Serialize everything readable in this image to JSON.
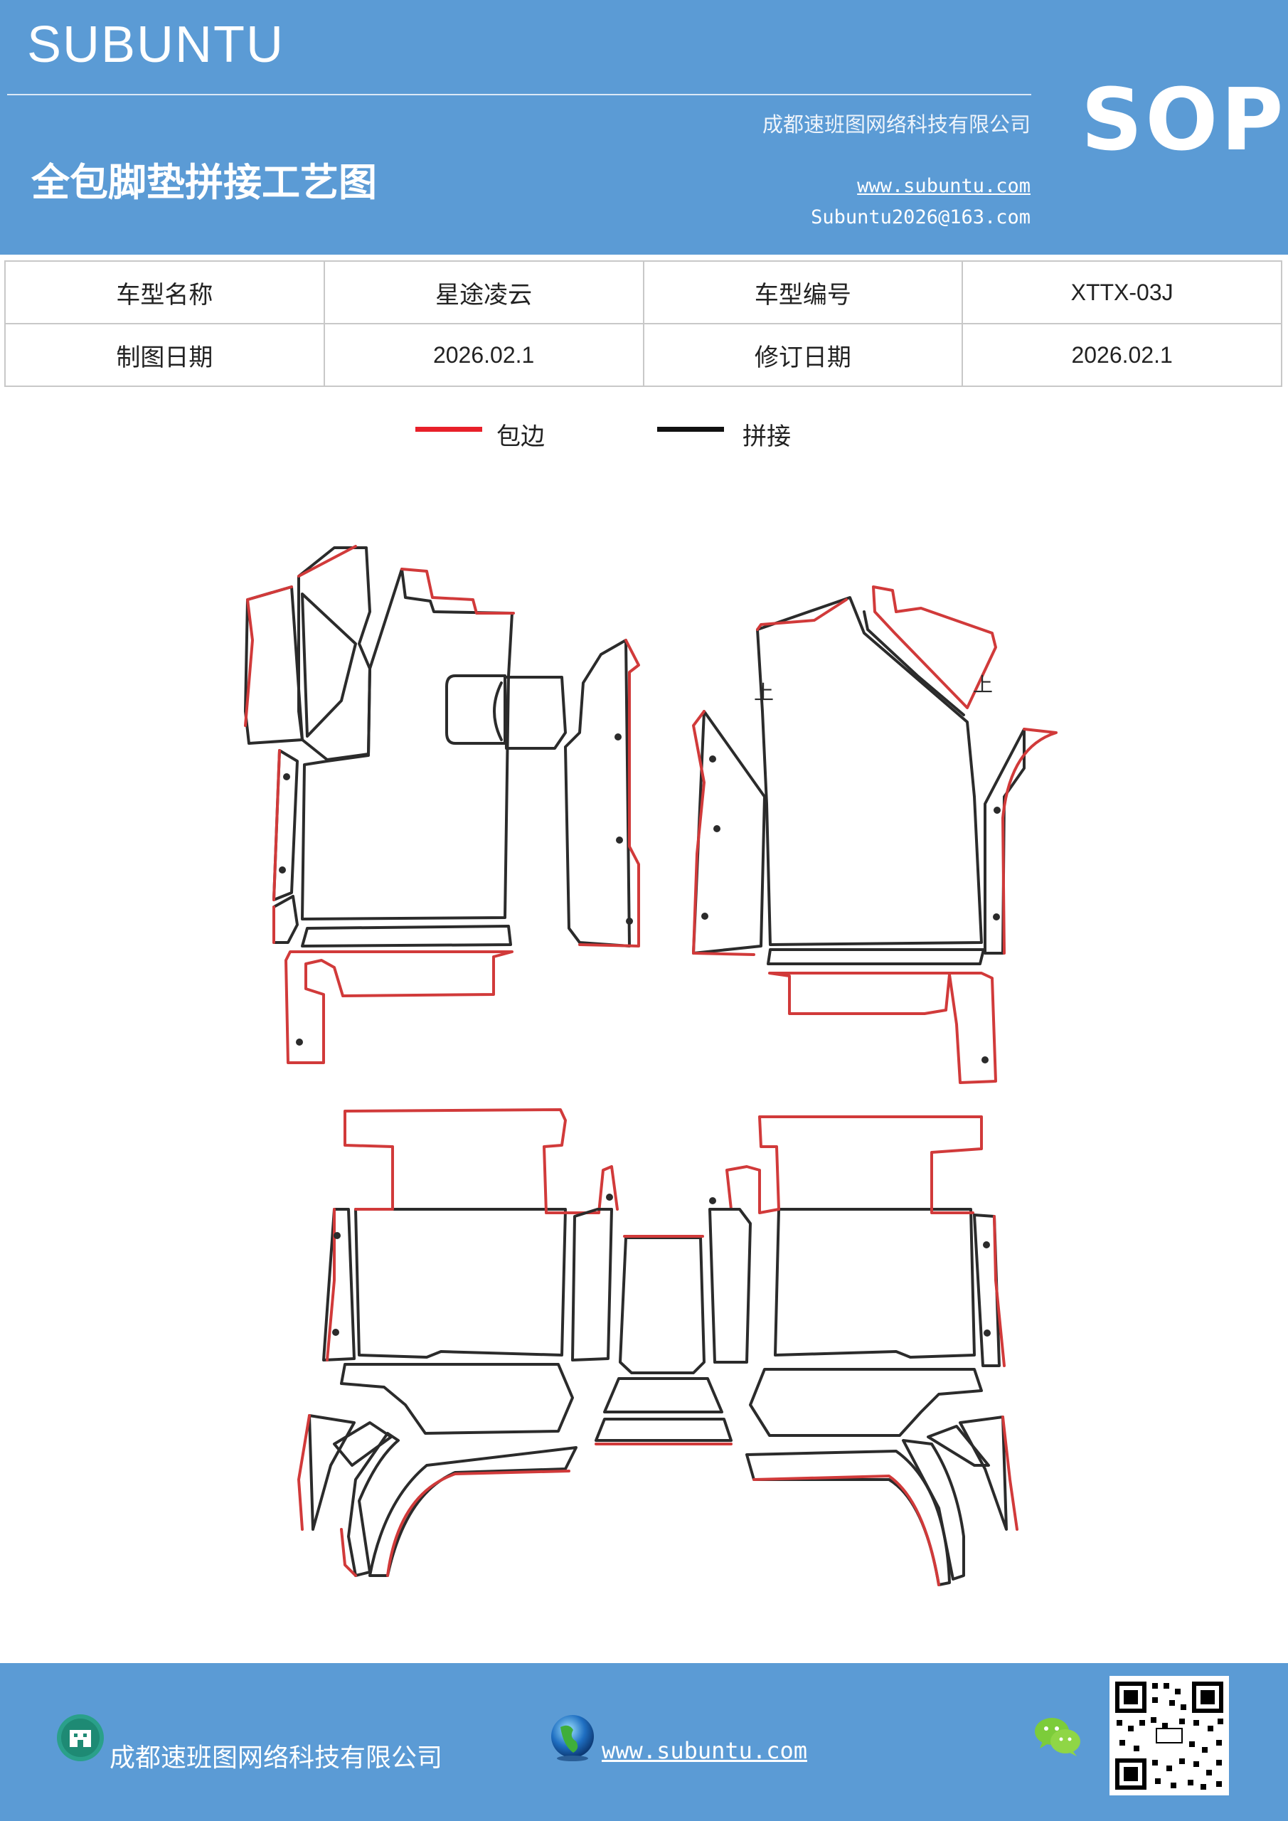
{
  "header": {
    "brand": "SUBUNTU",
    "company": "成都速班图网络科技有限公司",
    "title": "全包脚垫拼接工艺图",
    "website": "www.subuntu.com",
    "email": "Subuntu2026@163.com",
    "badge": "SOP",
    "color": "#5b9bd5"
  },
  "info_table": {
    "rows": [
      [
        "车型名称",
        "星途凌云",
        "车型编号",
        "XTTX-03J"
      ],
      [
        "制图日期",
        "2026.02.1",
        "修订日期",
        "2026.02.1"
      ]
    ]
  },
  "legend": [
    {
      "label": "包边",
      "color": "#e8202a"
    },
    {
      "label": "拼接",
      "color": "#111111"
    }
  ],
  "diagram": {
    "marker_text": "上",
    "edge_color": "#d13a3a",
    "seam_color": "#2b2b2b"
  },
  "footer": {
    "company": "成都速班图网络科技有限公司",
    "website": "www.subuntu.com",
    "icons": [
      "building-icon",
      "globe-icon",
      "wechat-icon",
      "qr-code"
    ]
  }
}
